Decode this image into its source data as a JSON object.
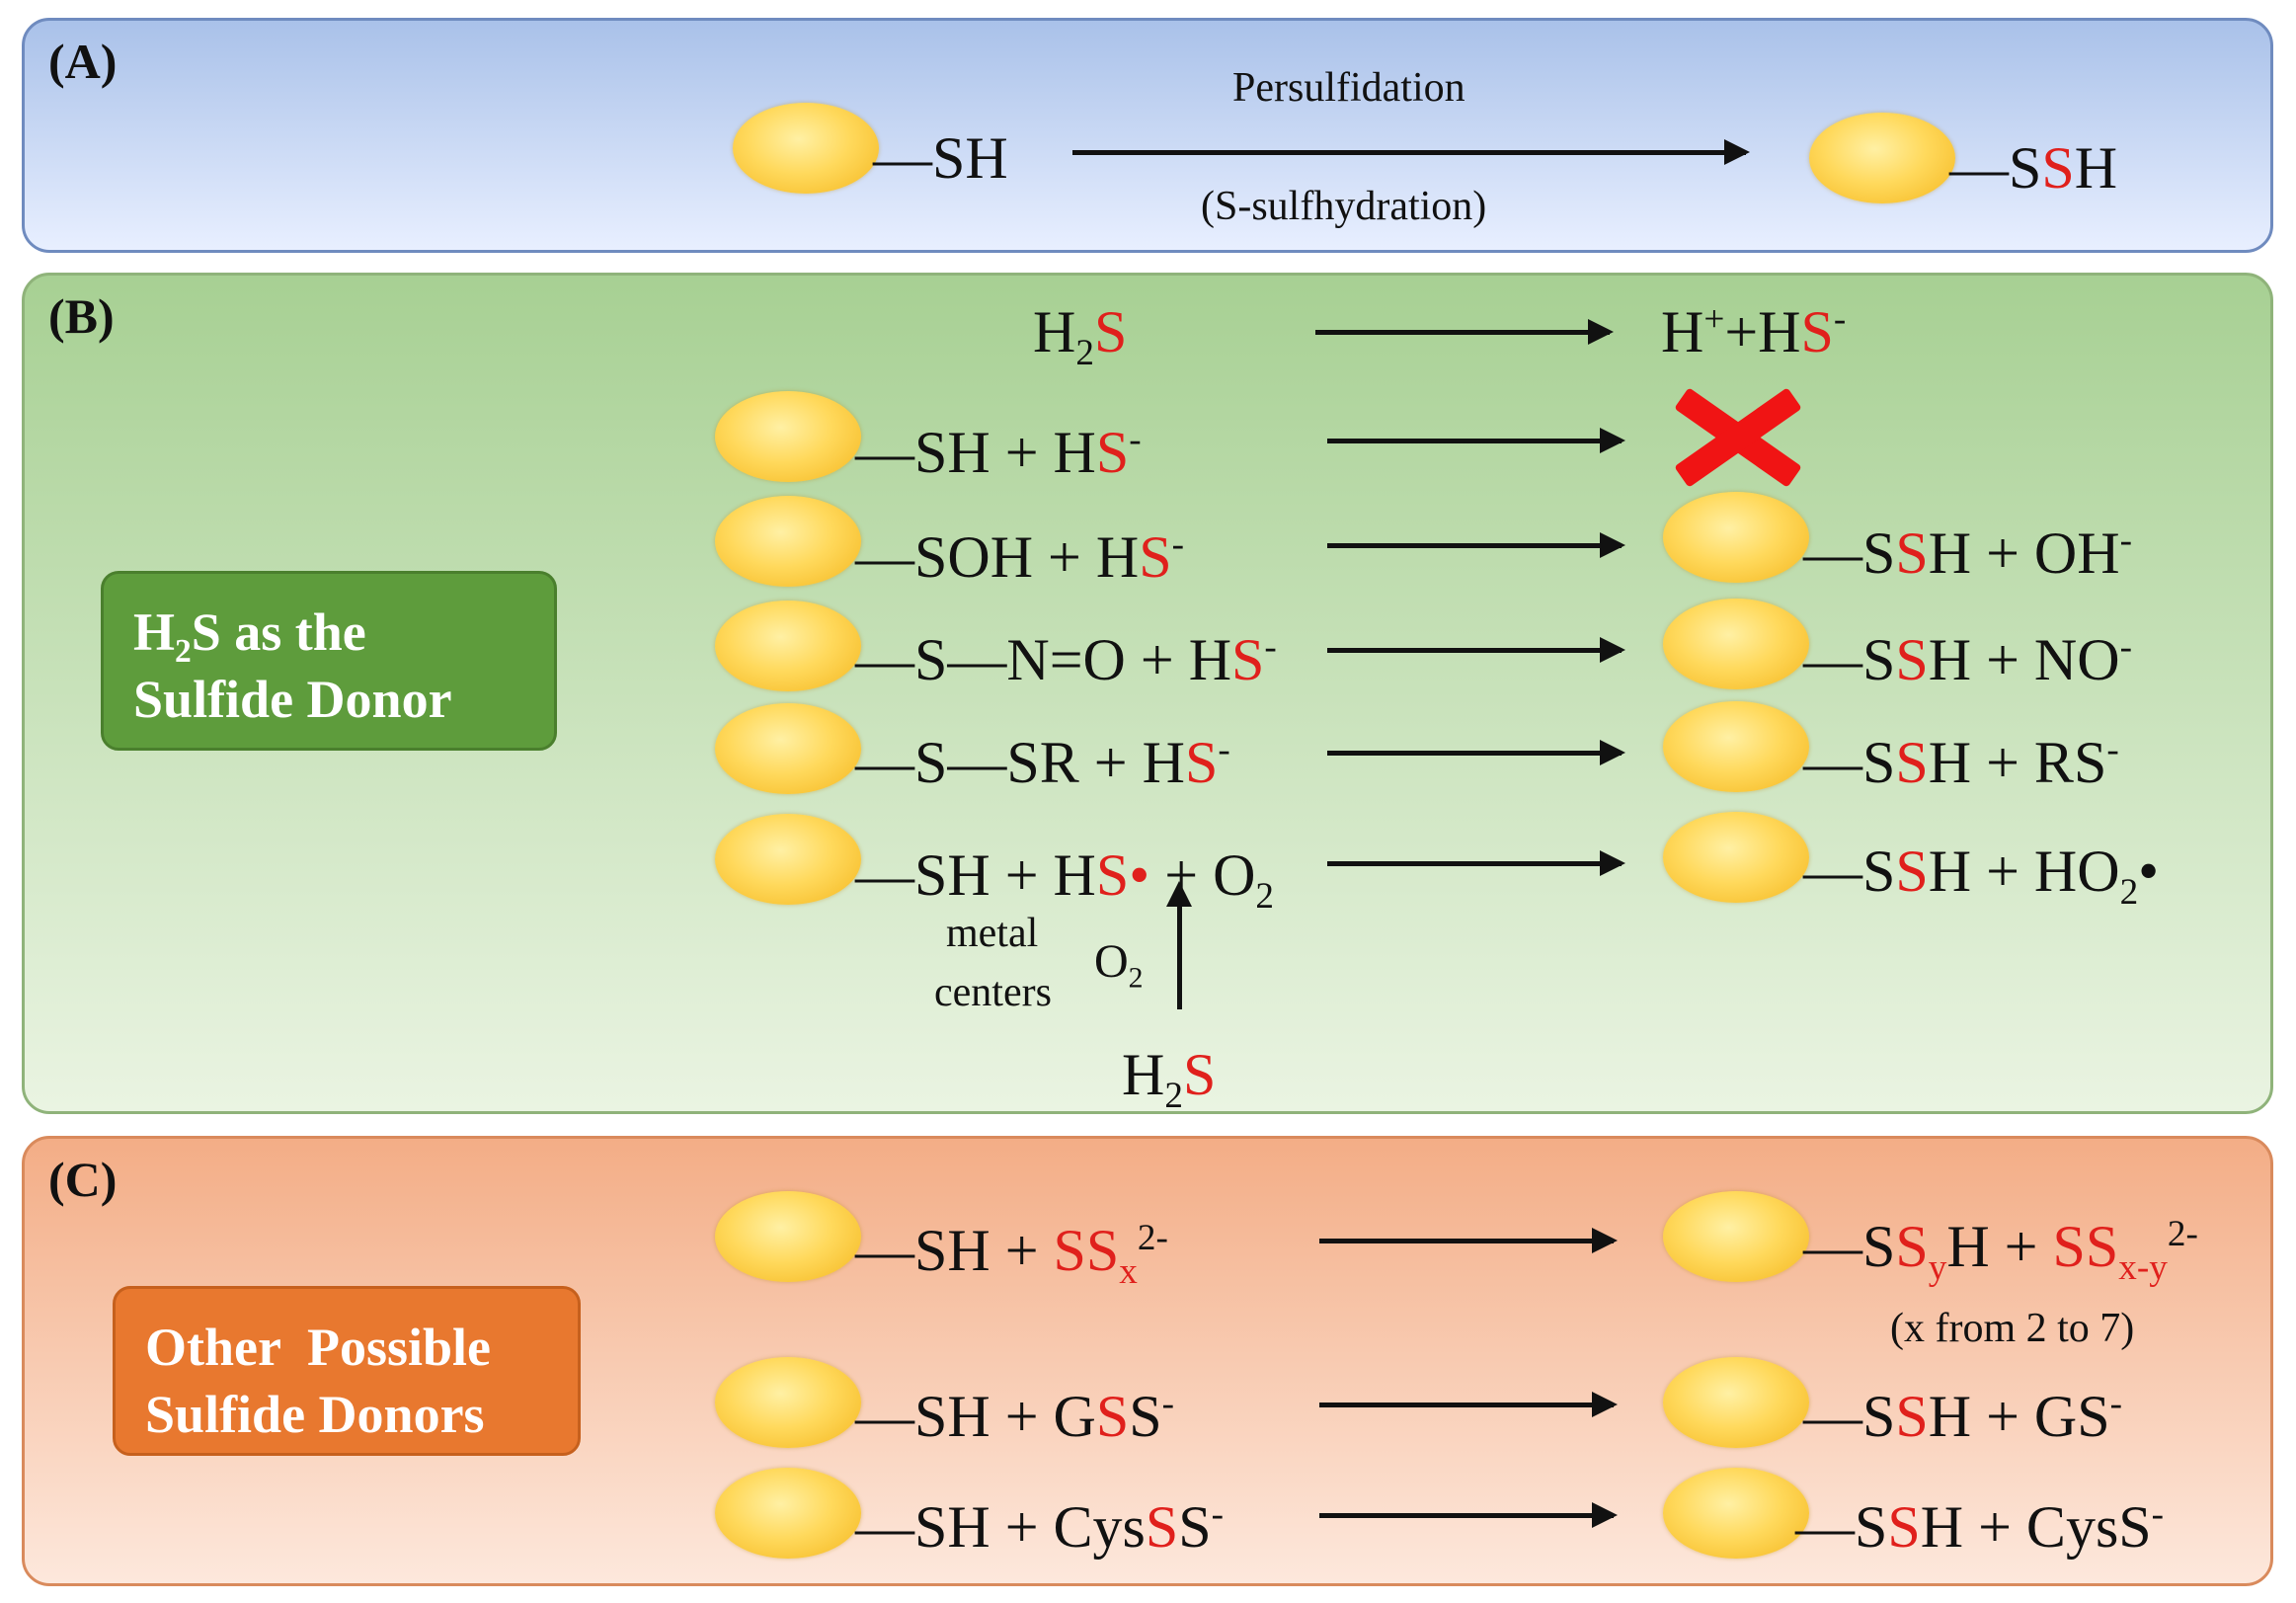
{
  "panel_a": {
    "label": "(A)",
    "left_group": "SH",
    "arrow_top": "Persulfidation",
    "arrow_bottom": "(S-sulfhydration)",
    "right_s1": "S",
    "right_s2": "S",
    "right_h": "H"
  },
  "panel_b": {
    "label": "(B)",
    "donor_line1_h": "H",
    "donor_line1_sub": "2",
    "donor_line1_rest": "S as the",
    "donor_line2": "Sulfide Donor",
    "h2s": {
      "h": "H",
      "sub": "2",
      "s": "S"
    },
    "dissoc": {
      "h": "H",
      "plus_sup": "+",
      "plus": "+",
      "hh": "H",
      "s": "S",
      "minus": "-"
    },
    "r1_left": "SH + H",
    "r1_s": "S",
    "r1_minus": "-",
    "r2_left": "SOH + H",
    "r2_s": "S",
    "r2_minus": "-",
    "r2_right_s": "S",
    "r2_right_s2": "S",
    "r2_right_rest": "H + OH",
    "r2_right_minus": "-",
    "r3_left": "S—N=O + H",
    "r3_s": "S",
    "r3_minus": "-",
    "r3_right_s": "S",
    "r3_right_s2": "S",
    "r3_right_rest": "H + NO",
    "r3_right_minus": "-",
    "r4_left": "S—SR + H",
    "r4_s": "S",
    "r4_minus": "-",
    "r4_right_s": "S",
    "r4_right_s2": "S",
    "r4_right_rest": "H + RS",
    "r4_right_minus": "-",
    "r5_left": "SH + H",
    "r5_s": "S•",
    "r5_rest": " + O",
    "r5_sub": "2",
    "r5_right_s": "S",
    "r5_right_s2": "S",
    "r5_right_rest": "H + HO",
    "r5_right_sub": "2",
    "r5_right_dot": "•",
    "metal1": "metal",
    "metal2": "centers",
    "o2": {
      "o": "O",
      "sub": "2"
    },
    "h2s_bottom": {
      "h": "H",
      "sub": "2",
      "s": "S"
    }
  },
  "panel_c": {
    "label": "(C)",
    "donor_line1": "Other  Possible",
    "donor_line2": "Sulfide Donors",
    "r1_left": "SH + ",
    "r1_ss": "SS",
    "r1_sub": "x",
    "r1_sup": "2-",
    "r1_right_s": "S",
    "r1_right_sy": "S",
    "r1_right_ysub": "y",
    "r1_right_h": "H + ",
    "r1_right_ss": "SS",
    "r1_right_sub": "x-y",
    "r1_right_sup": "2-",
    "r1_note": "(x from 2 to 7)",
    "r2_left": "SH + G",
    "r2_s": "S",
    "r2_s2": "S",
    "r2_minus": "-",
    "r2_right_s": "S",
    "r2_right_s2": "S",
    "r2_right_rest": "H + GS",
    "r2_right_minus": "-",
    "r3_left": "SH + Cys",
    "r3_s": "S",
    "r3_s2": "S",
    "r3_minus": "-",
    "r3_right_s": "S",
    "r3_right_s2": "S",
    "r3_right_rest": "H + CysS",
    "r3_right_minus": "-"
  }
}
